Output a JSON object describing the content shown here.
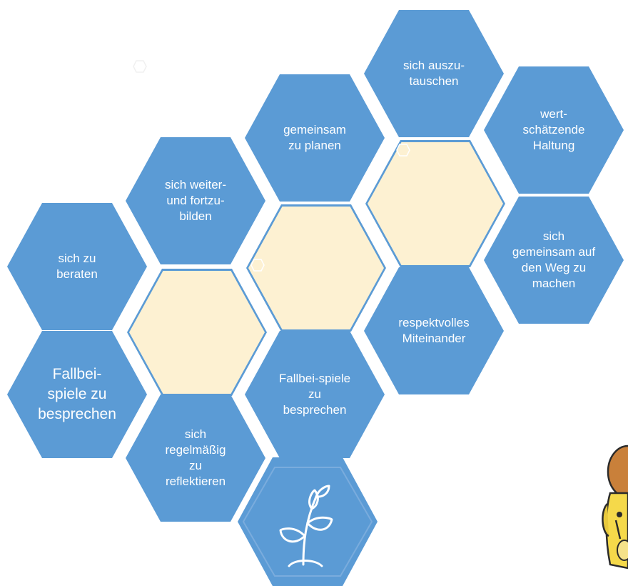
{
  "colors": {
    "hex_blue": "#5b9bd5",
    "hex_cream": "#fdf1d2",
    "label_text": "#ffffff"
  },
  "hexagons": [
    {
      "id": "auszutauschen",
      "label": "sich auszu-\ntauschen"
    },
    {
      "id": "wertschaetzende",
      "label": "wert-\nschätzende\nHaltung"
    },
    {
      "id": "planen",
      "label": "gemeinsam\nzu planen"
    },
    {
      "id": "fortzubilden",
      "label": "sich weiter-\nund fortzu-\nbilden"
    },
    {
      "id": "weg-machen",
      "label": "sich\ngemeinsam auf\nden Weg zu\nmachen"
    },
    {
      "id": "beraten",
      "label": "sich zu\nberaten"
    },
    {
      "id": "respektvolles",
      "label": "respektvolles\nMiteinander"
    },
    {
      "id": "fallbeispiele-left",
      "label": "Fallbei-\nspiele zu\nbesprechen"
    },
    {
      "id": "fallbeispiele-center",
      "label": "Fallbei-spiele\nzu\nbesprechen"
    },
    {
      "id": "reflektieren",
      "label": "sich\nregelmäßig\nzu\nreflektieren"
    }
  ],
  "icons": {
    "plant": "plant-sprout-icon",
    "mascot": "mascot-character-icon"
  }
}
